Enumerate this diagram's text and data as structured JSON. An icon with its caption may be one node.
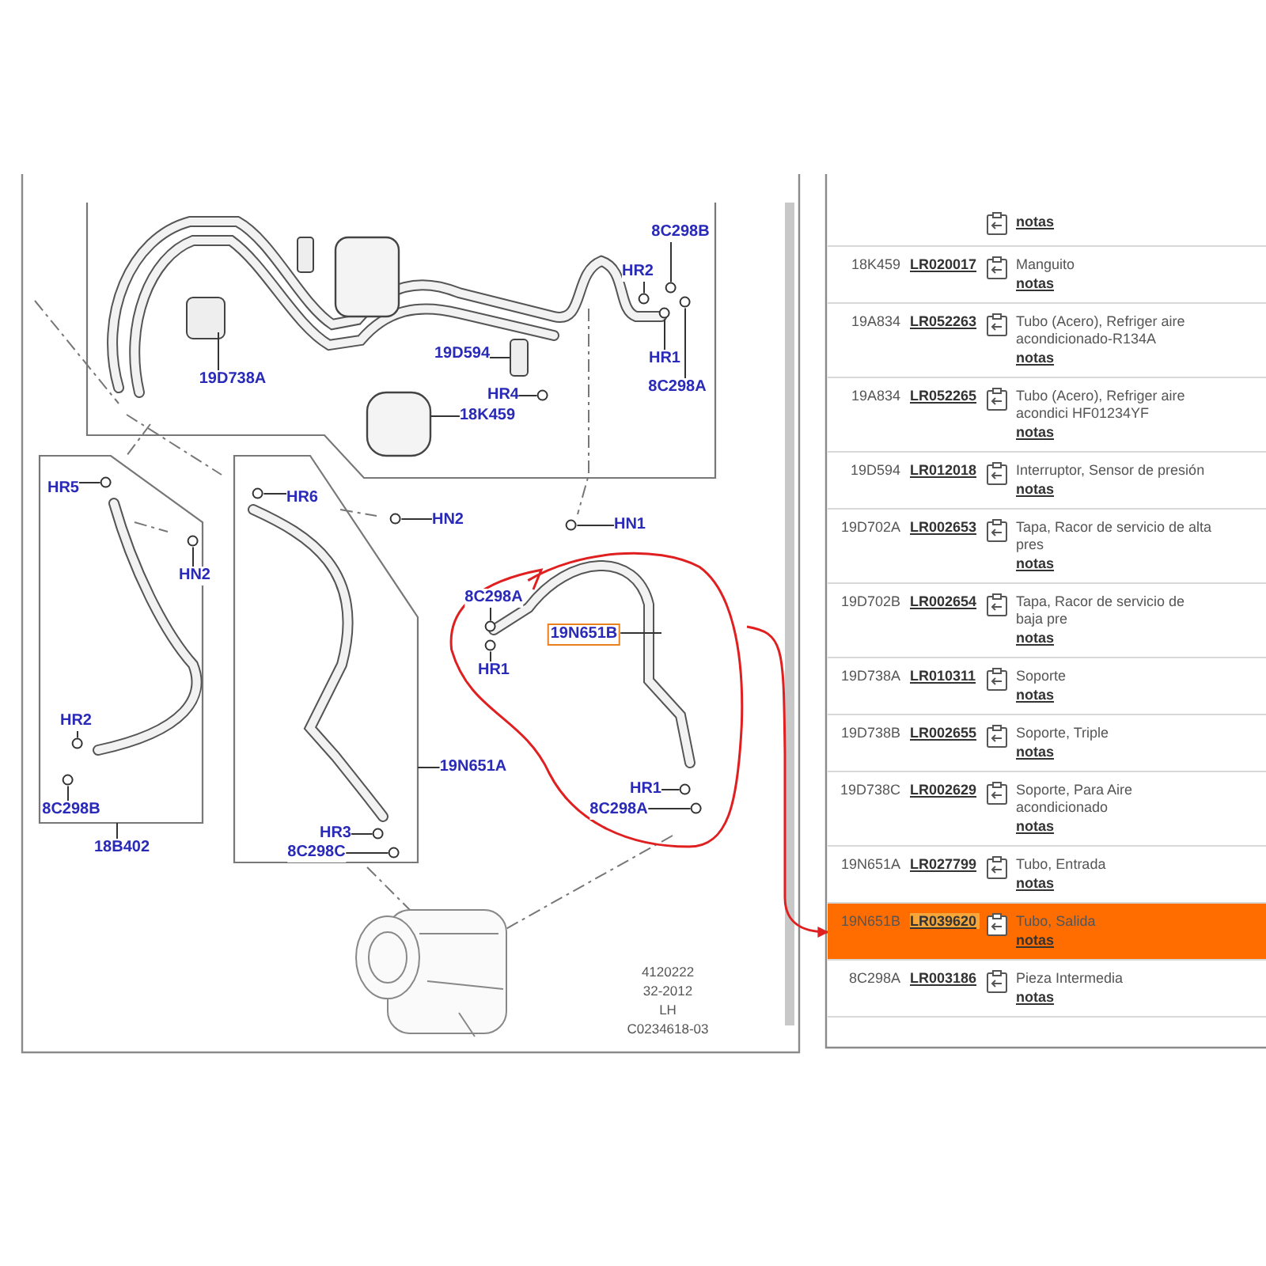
{
  "diagram": {
    "nodes": [
      {
        "text": [
          "8C298B"
        ]
      },
      {
        "text": [
          "HR2"
        ]
      },
      {
        "text": [
          "19D738A"
        ]
      },
      {
        "text": [
          "19D594"
        ]
      },
      {
        "text": [
          "HR1"
        ]
      },
      {
        "text": [
          "8C298A"
        ]
      },
      {
        "text": [
          "HR4"
        ]
      },
      {
        "text": [
          "18K459"
        ]
      },
      {
        "text": [
          "HR5"
        ]
      },
      {
        "text": [
          "HR6"
        ]
      },
      {
        "text": [
          "HN2"
        ]
      },
      {
        "text": [
          "HN1"
        ]
      },
      {
        "text": [
          "HN2"
        ]
      },
      {
        "text": [],
        "shape": "circle"
      },
      {
        "text": [
          "8C298A"
        ],
        "in": 13
      },
      {
        "text": [
          "19N651B"
        ],
        "in": 13
      },
      {
        "text": [
          "HR1"
        ],
        "in": 13
      },
      {
        "text": [
          "HR2"
        ]
      },
      {
        "text": [
          "19N651A"
        ]
      },
      {
        "text": [
          "HR1"
        ],
        "in": 13
      },
      {
        "text": [
          "8C298A"
        ],
        "in": 13
      },
      {
        "text": [
          "8C298B"
        ]
      },
      {
        "text": [
          "HR3"
        ]
      },
      {
        "text": [
          "18B402"
        ]
      },
      {
        "text": [
          "8C298C"
        ]
      },
      {
        "text": [
          "notas"
        ]
      },
      {
        "text": [
          "18K459",
          "LR020017",
          "Manguito",
          "notas"
        ]
      },
      {
        "text": [
          "19A834",
          "LR052263",
          "Tubo (Acero), Refriger aire acondicionado-R134A",
          "notas"
        ]
      },
      {
        "text": [
          "19A834",
          "LR052265",
          "Tubo (Acero), Refriger aire acondici HF01234YF",
          "notas"
        ]
      },
      {
        "text": [
          "19D594",
          "LR012018",
          "Interruptor, Sensor de presión",
          "notas"
        ]
      },
      {
        "text": [
          "19D702A",
          "LR002653",
          "Tapa, Racor de servicio de alta pres",
          "notas"
        ]
      },
      {
        "text": [
          "19D702B",
          "LR002654",
          "Tapa, Racor de servicio de baja pre",
          "notas"
        ]
      },
      {
        "text": [
          "19D738A",
          "LR010311",
          "Soporte",
          "notas"
        ]
      },
      {
        "text": [
          "19D738B",
          "LR002655",
          "Soporte, Triple",
          "notas"
        ]
      },
      {
        "text": [
          "19D738C",
          "LR002629",
          "Soporte, Para Aire acondicionado",
          "notas"
        ]
      },
      {
        "text": [
          "19N651A",
          "LR027799",
          "Tubo, Entrada",
          "notas"
        ]
      },
      {
        "text": [
          "19N651B",
          "LR039620",
          "Tubo, Salida",
          "notas"
        ]
      },
      {
        "text": [
          "8C298A",
          "LR003186",
          "Pieza Intermedia",
          "notas"
        ]
      },
      {
        "text": [],
        "shape": "circle"
      },
      {
        "text": [],
        "shape": "circle"
      },
      {
        "text": [],
        "shape": "circle"
      },
      {
        "text": [],
        "shape": "circle"
      },
      {
        "text": [],
        "shape": "circle"
      },
      {
        "text": [],
        "shape": "circle"
      },
      {
        "text": [],
        "shape": "circle"
      },
      {
        "text": [],
        "shape": "circle"
      },
      {
        "text": [],
        "shape": "circle"
      },
      {
        "text": [],
        "shape": "circle"
      },
      {
        "text": [],
        "shape": "circle",
        "in": 13
      },
      {
        "text": [],
        "shape": "circle",
        "in": 13
      },
      {
        "text": [],
        "shape": "circle"
      },
      {
        "text": [],
        "shape": "circle"
      },
      {
        "text": [],
        "shape": "circle",
        "in": 13
      },
      {
        "text": [],
        "shape": "circle",
        "in": 13
      },
      {
        "text": [],
        "shape": "circle"
      },
      {
        "text": [],
        "shape": "circle"
      },
      {
        "text": [],
        "shape": "box"
      }
    ],
    "edges": [
      {
        "from": 0,
        "to": 38,
        "arrow": "none"
      },
      {
        "from": 1,
        "to": 39,
        "arrow": "none"
      },
      {
        "from": 2,
        "to": null,
        "arrow": "none"
      },
      {
        "from": 3,
        "to": 56,
        "arrow": "none"
      },
      {
        "from": 4,
        "to": 41,
        "arrow": "none"
      },
      {
        "from": 5,
        "to": 40,
        "arrow": "none"
      },
      {
        "from": 6,
        "to": 42,
        "arrow": "none"
      },
      {
        "from": 7,
        "to": null,
        "arrow": "none"
      },
      {
        "from": 8,
        "to": 43,
        "arrow": "none"
      },
      {
        "from": 9,
        "to": 44,
        "arrow": "none"
      },
      {
        "from": 10,
        "to": 45,
        "arrow": "none"
      },
      {
        "from": 11,
        "to": 46,
        "arrow": "none"
      },
      {
        "from": 12,
        "to": 47,
        "arrow": "none"
      },
      {
        "from": 14,
        "to": 48,
        "arrow": "none"
      },
      {
        "from": 15,
        "to": null,
        "arrow": "none"
      },
      {
        "from": 16,
        "to": 49,
        "arrow": "none"
      },
      {
        "from": 17,
        "to": 50,
        "arrow": "none"
      },
      {
        "from": 18,
        "to": null,
        "arrow": "none"
      },
      {
        "from": 19,
        "to": 52,
        "arrow": "none"
      },
      {
        "from": 20,
        "to": 53,
        "arrow": "none"
      },
      {
        "from": 21,
        "to": 51,
        "arrow": "none"
      },
      {
        "from": 22,
        "to": 54,
        "arrow": "none"
      },
      {
        "from": 23,
        "to": null,
        "arrow": "none"
      },
      {
        "from": 24,
        "to": 55,
        "arrow": "none"
      },
      {
        "from": 13,
        "to": 36,
        "arrow": "to",
        "color": "#e02020"
      }
    ],
    "labels": [
      "4120222",
      "32-2012",
      "LH",
      "C0234618-03"
    ]
  }
}
